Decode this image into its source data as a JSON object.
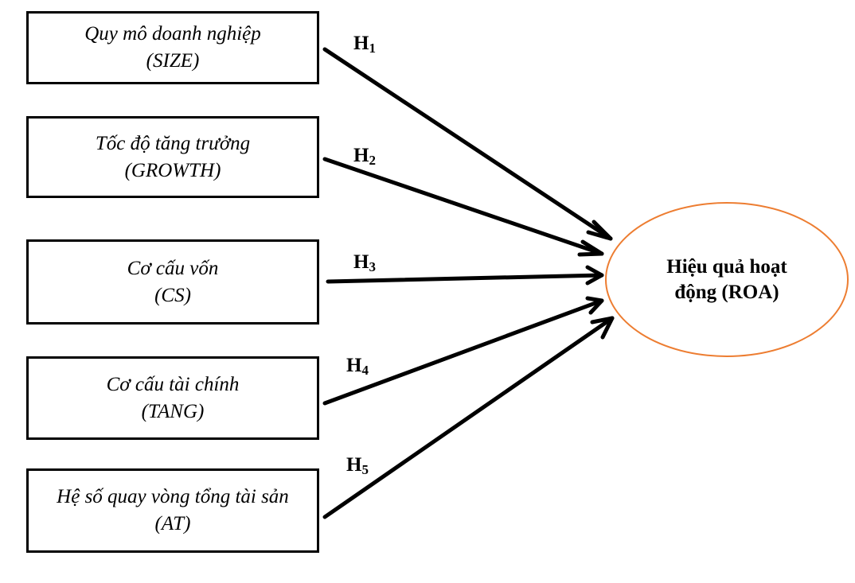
{
  "diagram": {
    "factors": [
      {
        "name": "Quy mô doanh nghiệp",
        "code": "(SIZE)"
      },
      {
        "name": "Tốc độ tăng trưởng",
        "code": "(GROWTH)"
      },
      {
        "name": "Cơ cấu vốn",
        "code": "(CS)"
      },
      {
        "name": "Cơ cấu tài chính",
        "code": "(TANG)"
      },
      {
        "name": "Hệ số quay vòng tổng tài sản",
        "code": "(AT)"
      }
    ],
    "hypotheses": [
      {
        "letter": "H",
        "index": "1"
      },
      {
        "letter": "H",
        "index": "2"
      },
      {
        "letter": "H",
        "index": "3"
      },
      {
        "letter": "H",
        "index": "4"
      },
      {
        "letter": "H",
        "index": "5"
      }
    ],
    "outcome": {
      "label": "Hiệu quả hoạt động (ROA)"
    },
    "colors": {
      "box_border": "#000000",
      "arrow": "#000000",
      "outcome_border": "#ED7D31"
    }
  }
}
